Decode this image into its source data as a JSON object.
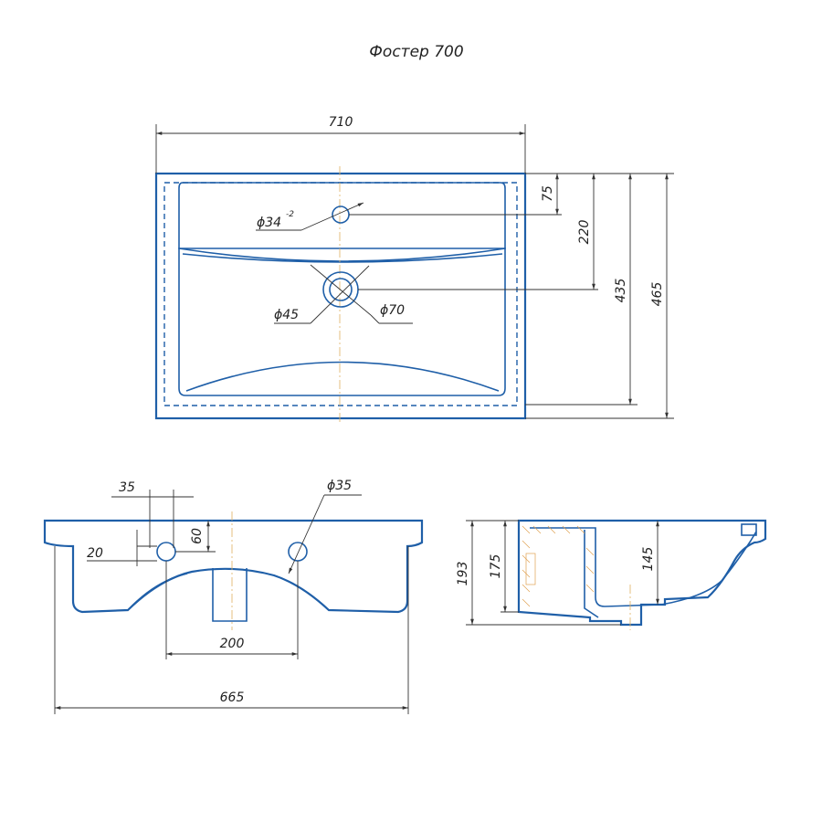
{
  "title": "Фостер 700",
  "top_view": {
    "width": "710",
    "dim_75": "75",
    "dim_220": "220",
    "dim_435": "435",
    "dim_465": "465",
    "tap_hole_diameter": "ϕ34",
    "tap_hole_tolerance": "-2",
    "drain_inner_diameter": "ϕ45",
    "drain_outer_diameter": "ϕ70"
  },
  "front_view": {
    "dim_35": "35",
    "dim_60": "60",
    "dim_20": "20",
    "overflow_diameter": "ϕ35",
    "dim_200": "200",
    "dim_665": "665"
  },
  "side_view": {
    "dim_193": "193",
    "dim_175": "175",
    "dim_145": "145"
  },
  "colors": {
    "outline": "#1f5fa8",
    "dimension": "#333333",
    "hatch": "#e0a050"
  }
}
